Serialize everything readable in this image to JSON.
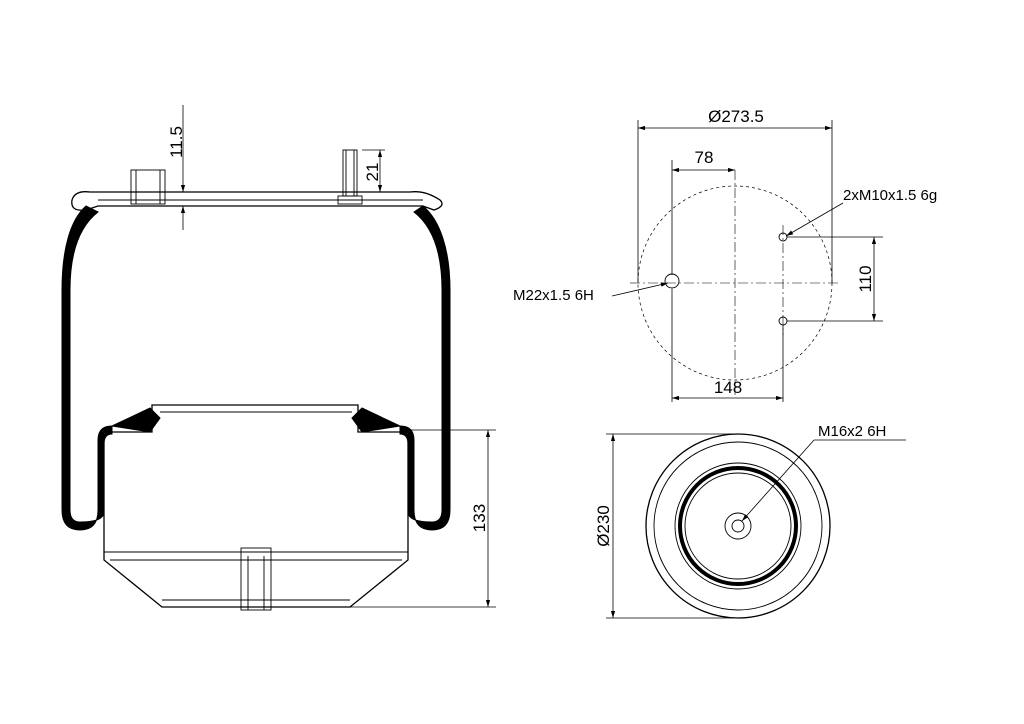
{
  "dimensions": {
    "top_height": "11.5",
    "stud_height": "21",
    "overall_height": "133",
    "top_plate_diameter": "Ø273.5",
    "offset_center": "78",
    "stud_spacing_vertical": "110",
    "stud_spacing_horizontal": "148",
    "stud_thread": "2xM10x1.5 6g",
    "air_inlet_thread": "M22x1.5 6H",
    "base_diameter": "Ø230",
    "base_thread": "M16x2 6H"
  }
}
